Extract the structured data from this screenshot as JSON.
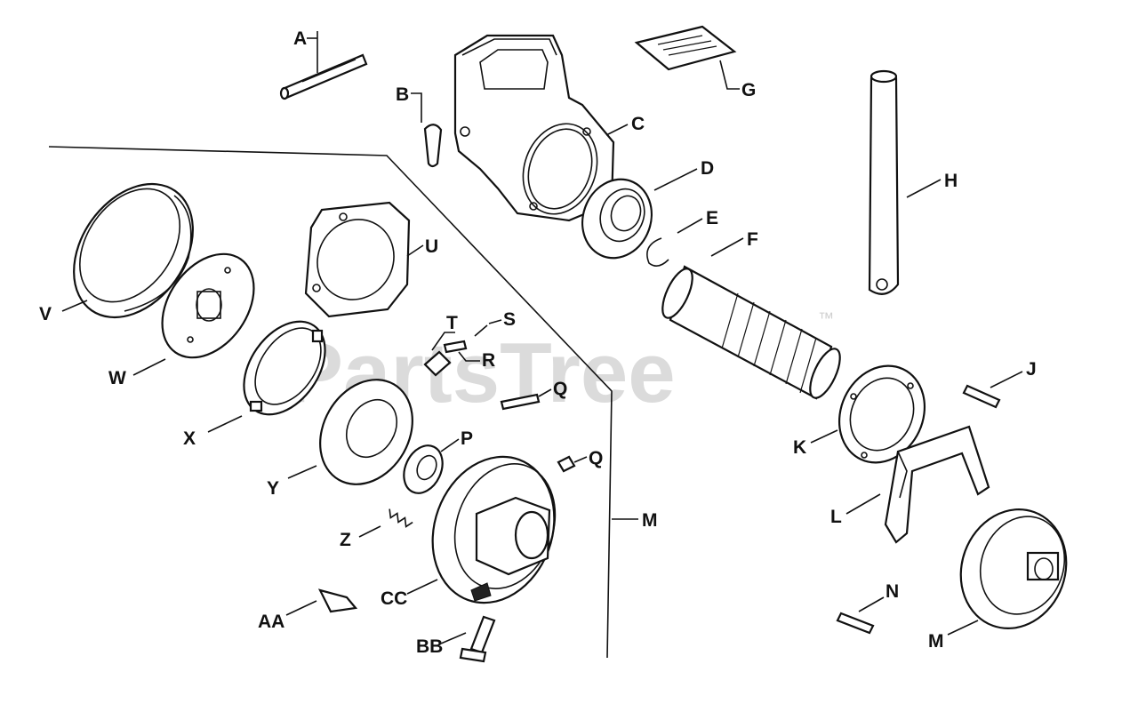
{
  "watermark": {
    "text": "PartsTree",
    "trademark": "™"
  },
  "labels": {
    "A": "A",
    "B": "B",
    "C": "C",
    "D": "D",
    "E": "E",
    "F": "F",
    "G": "G",
    "H": "H",
    "J": "J",
    "K": "K",
    "L": "L",
    "M_center": "M",
    "M_right": "M",
    "N": "N",
    "P": "P",
    "Q_upper": "Q",
    "Q_lower": "Q",
    "R": "R",
    "S": "S",
    "T": "T",
    "U": "U",
    "V": "V",
    "W": "W",
    "X": "X",
    "Y": "Y",
    "Z": "Z",
    "AA": "AA",
    "BB": "BB",
    "CC": "CC"
  }
}
